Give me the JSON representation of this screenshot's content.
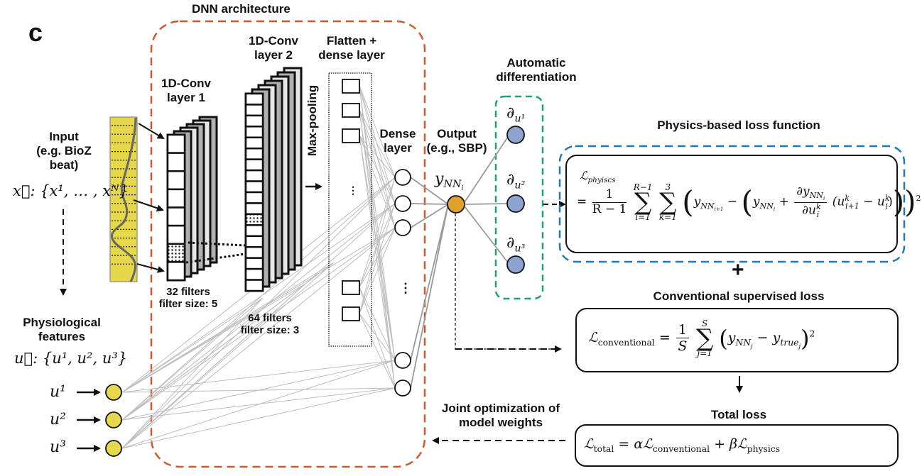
{
  "panel_label": "c",
  "dnn_section": {
    "title": "DNN architecture",
    "conv1": {
      "title_line1": "1D-Conv",
      "title_line2": "layer 1",
      "caption_line1": "32 filters",
      "caption_line2": "filter size: 5"
    },
    "conv2": {
      "title_line1": "1D-Conv",
      "title_line2": "layer 2",
      "caption_line1": "64 filters",
      "caption_line2": "filter size: 3"
    },
    "max_pooling": "Max-pooling",
    "flatten": {
      "title_line1": "Flatten +",
      "title_line2": "dense layer",
      "ellipsis": "⋮"
    },
    "dense": {
      "title_line1": "Dense",
      "title_line2": "layer",
      "ellipsis": "⋮"
    }
  },
  "input_section": {
    "title_line1": "Input",
    "title_line2": "(e.g. BioZ",
    "title_line3": "beat)",
    "vector": "x⃗: {x¹, … , xᴺ}"
  },
  "physio_section": {
    "title_line1": "Physiological",
    "title_line2": "features",
    "vector": "u⃗: {u¹, u², u³}",
    "inputs": [
      "u¹",
      "u²",
      "u³"
    ]
  },
  "output_section": {
    "title_line1": "Output",
    "title_line2": "(e.g., SBP)",
    "symbol": "y",
    "symbol_sub": "NN",
    "symbol_subsub": "i"
  },
  "autodiff_section": {
    "title_line1": "Automatic",
    "title_line2": "differentiation",
    "nodes": [
      "∂",
      "∂",
      "∂"
    ],
    "node_subs": [
      "u¹",
      "u²",
      "u³"
    ]
  },
  "physics_loss": {
    "title": "Physics-based loss function",
    "lhs": "ℒ",
    "lhs_sub": "phyiscs",
    "eq": "=",
    "frac_num": "1",
    "frac_den": "R − 1",
    "sum1_upper": "R−1",
    "sum1_lower": "i=1",
    "sum2_upper": "3",
    "sum2_lower": "k=1",
    "term1": "y",
    "term1_sub": "NN",
    "term1_subsub": "i+1",
    "minus": "−",
    "term2": "y",
    "term2_sub": "NN",
    "term2_subsub": "i",
    "plus": "+",
    "deriv_num": "∂y",
    "deriv_num_sub": "NN",
    "deriv_num_subsub": "i",
    "deriv_den": "∂u",
    "deriv_den_sup": "k",
    "deriv_den_sub": "i",
    "diff": "(u",
    "diff_sup1": "k",
    "diff_sub1": "i+1",
    "diff_mid": " − u",
    "diff_sup2": "k",
    "diff_sub2": "i",
    "diff_end": ")",
    "power": "2"
  },
  "plus_sign": "+",
  "conventional_loss": {
    "title": "Conventional supervised loss",
    "lhs": "ℒ",
    "lhs_sub": "conventional",
    "eq": "=",
    "frac_num": "1",
    "frac_den": "S",
    "sum_upper": "S",
    "sum_lower": "j=1",
    "term1": "y",
    "term1_sub": "NN",
    "term1_subsub": "j",
    "minus": "−",
    "term2": "y",
    "term2_sub": "true",
    "term2_subsub": "j",
    "power": "2"
  },
  "total_loss": {
    "title": "Total loss",
    "lhs": "ℒ",
    "lhs_sub": "total",
    "eq": "=",
    "alpha": "α",
    "l1": "ℒ",
    "l1_sub": "conventional",
    "plus": "+",
    "beta": "β",
    "l2": "ℒ",
    "l2_sub": "physics"
  },
  "joint_optimization": {
    "line1": "Joint optimization of",
    "line2": "model weights"
  },
  "colors": {
    "dnn_border": "#d2572a",
    "autodiff_border": "#1aa07a",
    "physics_border": "#1f7ab5",
    "input_fill": "#e6d84a",
    "output_fill": "#e0a12c",
    "autodiff_fill": "#8fa3cf",
    "connection_gray": "#b5b5b5"
  }
}
